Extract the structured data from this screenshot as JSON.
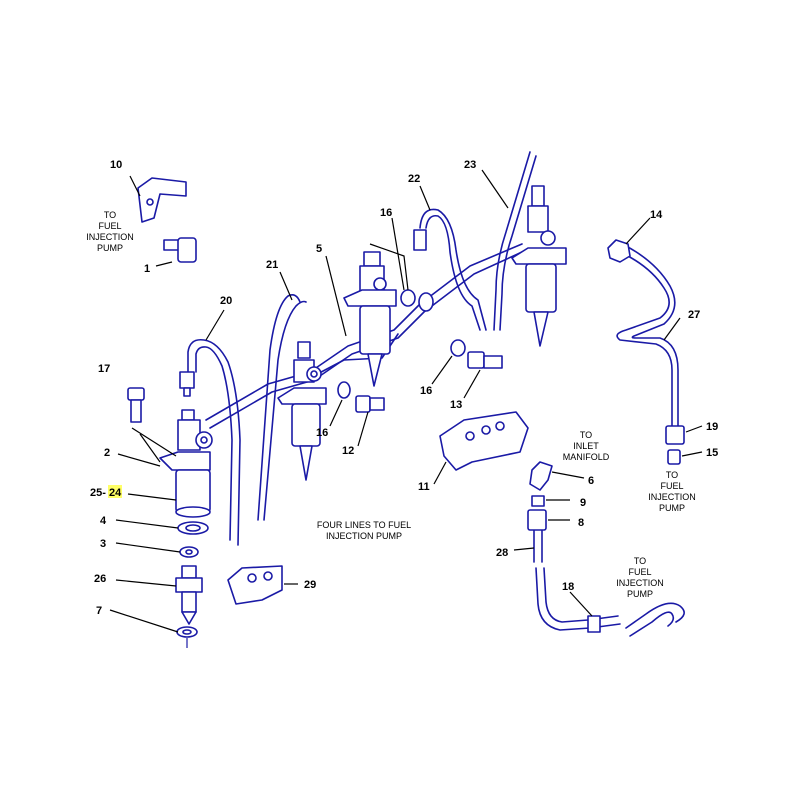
{
  "callouts": {
    "c1": "1",
    "c2": "2",
    "c3": "3",
    "c4": "4",
    "c6": "6",
    "c7": "7",
    "c8": "8",
    "c9": "9",
    "c10": "10",
    "c11": "11",
    "c12": "12",
    "c13": "13",
    "c14": "14",
    "c15": "15",
    "c16a": "16",
    "c16b": "16",
    "c16c": "16",
    "c17": "17",
    "c18": "18",
    "c19": "19",
    "c20": "20",
    "c21": "21",
    "c22": "22",
    "c23": "23",
    "c25": "25-",
    "c24": "24",
    "c26": "26",
    "c27": "27",
    "c28": "28",
    "c29": "29",
    "c5": "5"
  },
  "highlight_color": "#ffff66",
  "line_color": "#1a1aa6",
  "notes": {
    "fuel_pump_top": [
      "TO",
      "FUEL",
      "INJECTION",
      "PUMP"
    ],
    "fuel_pump_right": [
      "TO",
      "FUEL",
      "INJECTION",
      "PUMP"
    ],
    "fuel_pump_bottom": [
      "TO",
      "FUEL",
      "INJECTION",
      "PUMP"
    ],
    "inlet_manifold": [
      "TO",
      "INLET",
      "MANIFOLD"
    ],
    "four_lines": [
      "FOUR LINES TO FUEL",
      "INJECTION PUMP"
    ]
  }
}
